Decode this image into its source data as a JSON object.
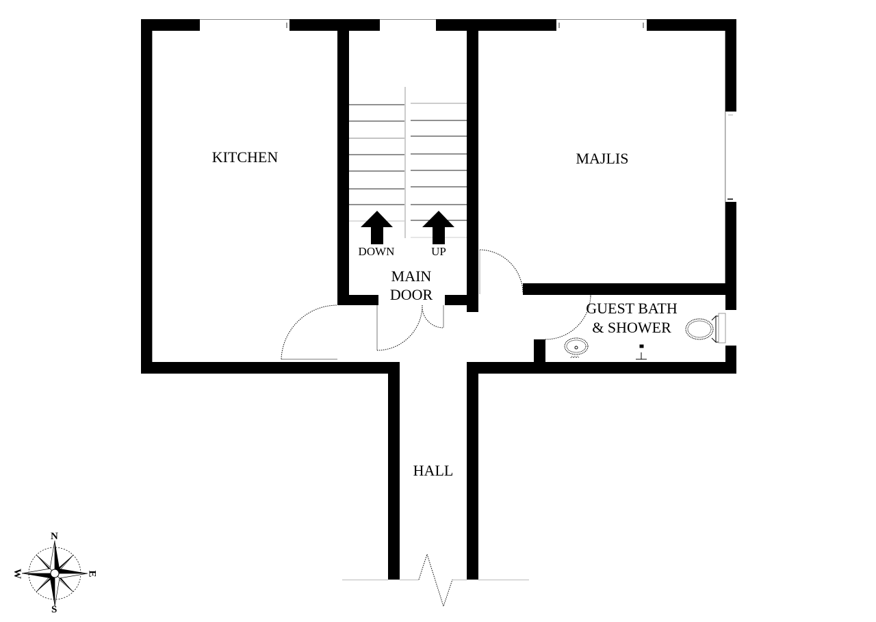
{
  "plan": {
    "rooms": [
      {
        "id": "kitchen",
        "label": "KITCHEN"
      },
      {
        "id": "majlis",
        "label": "MAJLIS"
      },
      {
        "id": "main_door",
        "label_line1": "MAIN",
        "label_line2": "DOOR"
      },
      {
        "id": "guest_bath",
        "label_line1": "GUEST BATH",
        "label_line2": "& SHOWER"
      },
      {
        "id": "hall",
        "label": "HALL"
      }
    ],
    "stairs": {
      "down_label": "DOWN",
      "up_label": "UP"
    },
    "compass": {
      "north": "N",
      "south": "S",
      "east": "E",
      "west": "W"
    },
    "colors": {
      "wall": "#000000",
      "background": "#ffffff",
      "thin_line": "#9a9a9a"
    }
  }
}
